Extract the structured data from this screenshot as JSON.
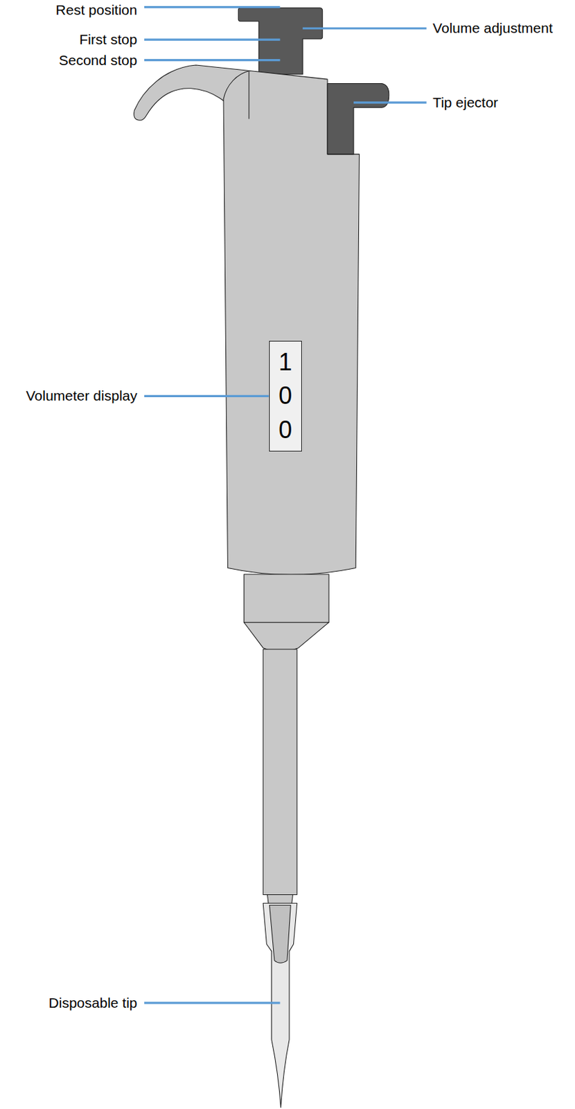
{
  "diagram": {
    "nodes": [
      {
        "text": [
          "1 0 0"
        ]
      }
    ],
    "labels": [
      "Rest position",
      "First stop",
      "Second stop",
      "Volume adjustment",
      "Tip ejector",
      "Volumeter display",
      "Disposable tip"
    ]
  }
}
